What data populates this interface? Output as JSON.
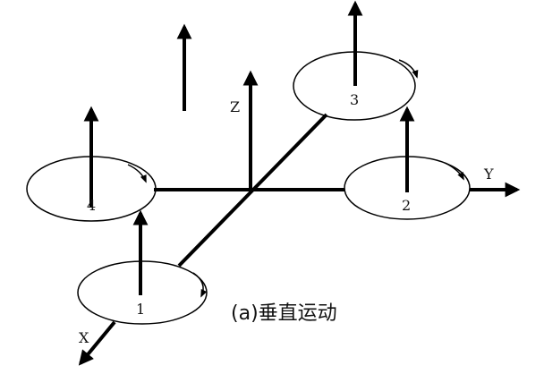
{
  "axes": {
    "x": "X",
    "y": "Y",
    "z": "Z"
  },
  "rotors": [
    "1",
    "2",
    "3",
    "4"
  ],
  "caption": "(a)垂直运动",
  "colors": {
    "stroke": "#000000",
    "background": "#ffffff"
  }
}
